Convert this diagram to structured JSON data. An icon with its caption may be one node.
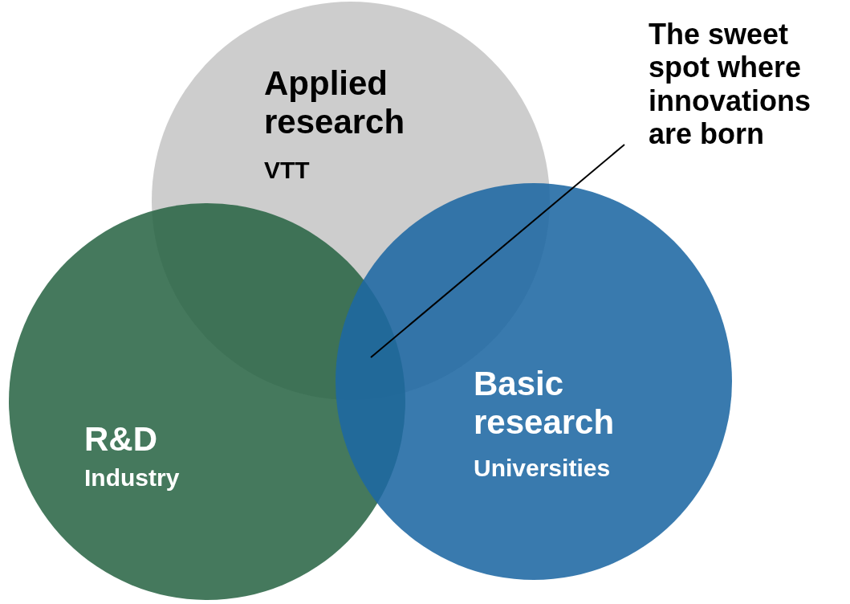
{
  "diagram": {
    "nodes": [
      {
        "text": [
          "Applied research",
          "VTT"
        ]
      },
      {
        "text": [
          "R&D",
          "Industry"
        ]
      },
      {
        "text": [
          "Basic research",
          "Universities"
        ]
      },
      {
        "text": [
          "The sweet spot where innovations are born"
        ]
      }
    ],
    "edges": [
      {
        "from": 3,
        "to": 1,
        "arrow": "none"
      }
    ]
  }
}
